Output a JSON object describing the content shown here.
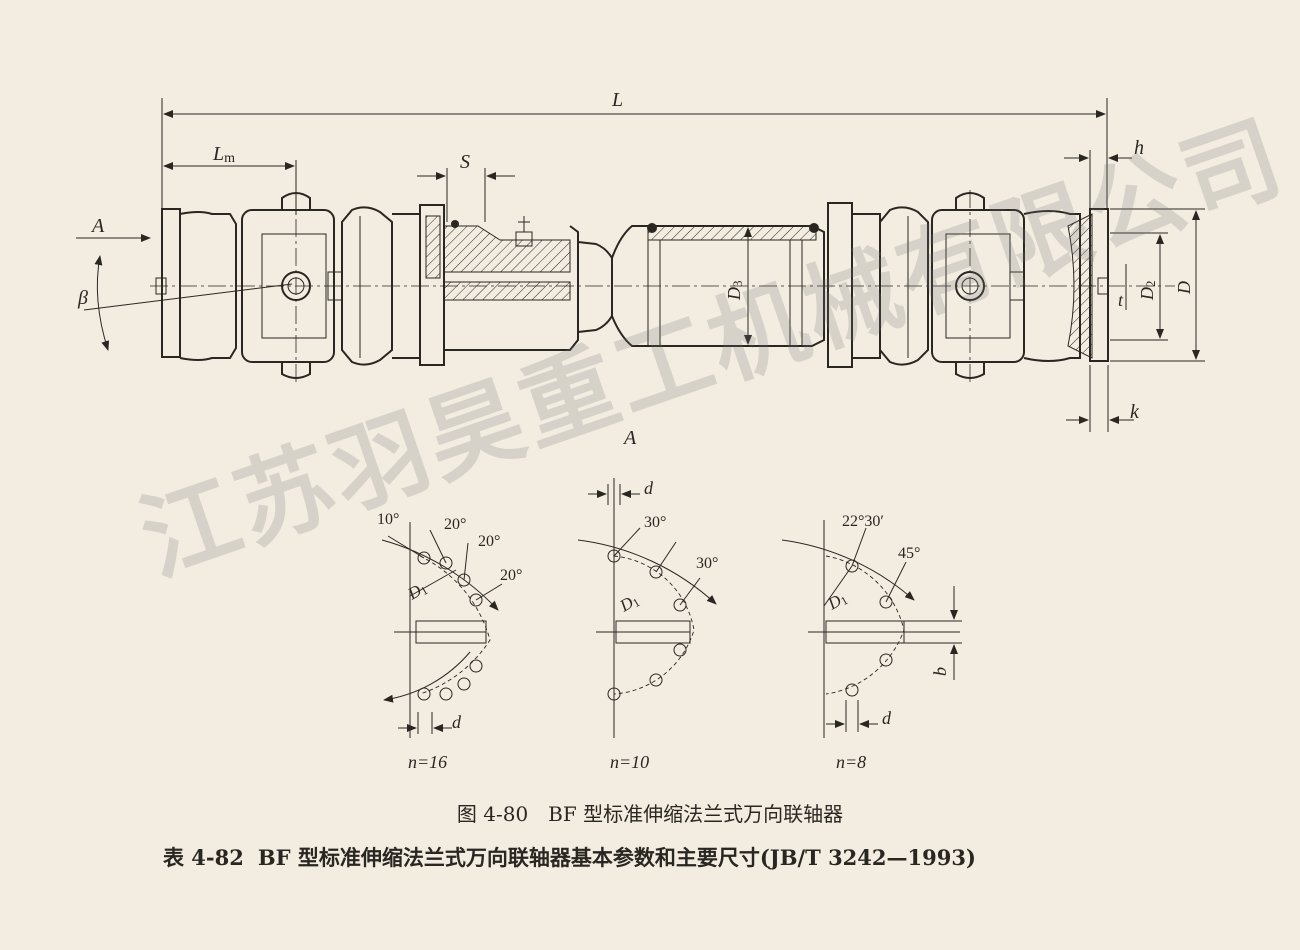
{
  "labels": {
    "L": "L",
    "Lm": "L",
    "Lm_sub": "m",
    "S": "S",
    "h": "h",
    "A_left": "A",
    "beta": "β",
    "D3": "D",
    "D3_sub": "3",
    "D2": "D",
    "D2_sub": "2",
    "D": "D",
    "t": "t",
    "k": "k",
    "A_view": "A"
  },
  "flange_views": [
    {
      "id": "n16",
      "n_label": "n=16",
      "d_label": "d",
      "D1_label": "D",
      "D1_sub": "1",
      "angles": [
        "10°",
        "20°",
        "20°",
        "20°"
      ]
    },
    {
      "id": "n10",
      "n_label": "n=10",
      "d_label": "d",
      "D1_label": "D",
      "D1_sub": "1",
      "angles": [
        "30°",
        "30°"
      ]
    },
    {
      "id": "n8",
      "n_label": "n=8",
      "d_label": "d",
      "D1_label": "D",
      "D1_sub": "1",
      "b_label": "b",
      "angles": [
        "22°30′",
        "45°"
      ]
    }
  ],
  "figure_caption": {
    "number": "图 4-80",
    "title": "BF 型标准伸缩法兰式万向联轴器"
  },
  "table_caption": {
    "number": "表 4-82",
    "title": "BF 型标准伸缩法兰式万向联轴器基本参数和主要尺寸(JB/T 3242—1993)"
  },
  "watermark": "江苏羽昊重工机械有限公司",
  "colors": {
    "ink": "#2a2622",
    "paper": "#f3ece0",
    "watermark": "#787878"
  }
}
